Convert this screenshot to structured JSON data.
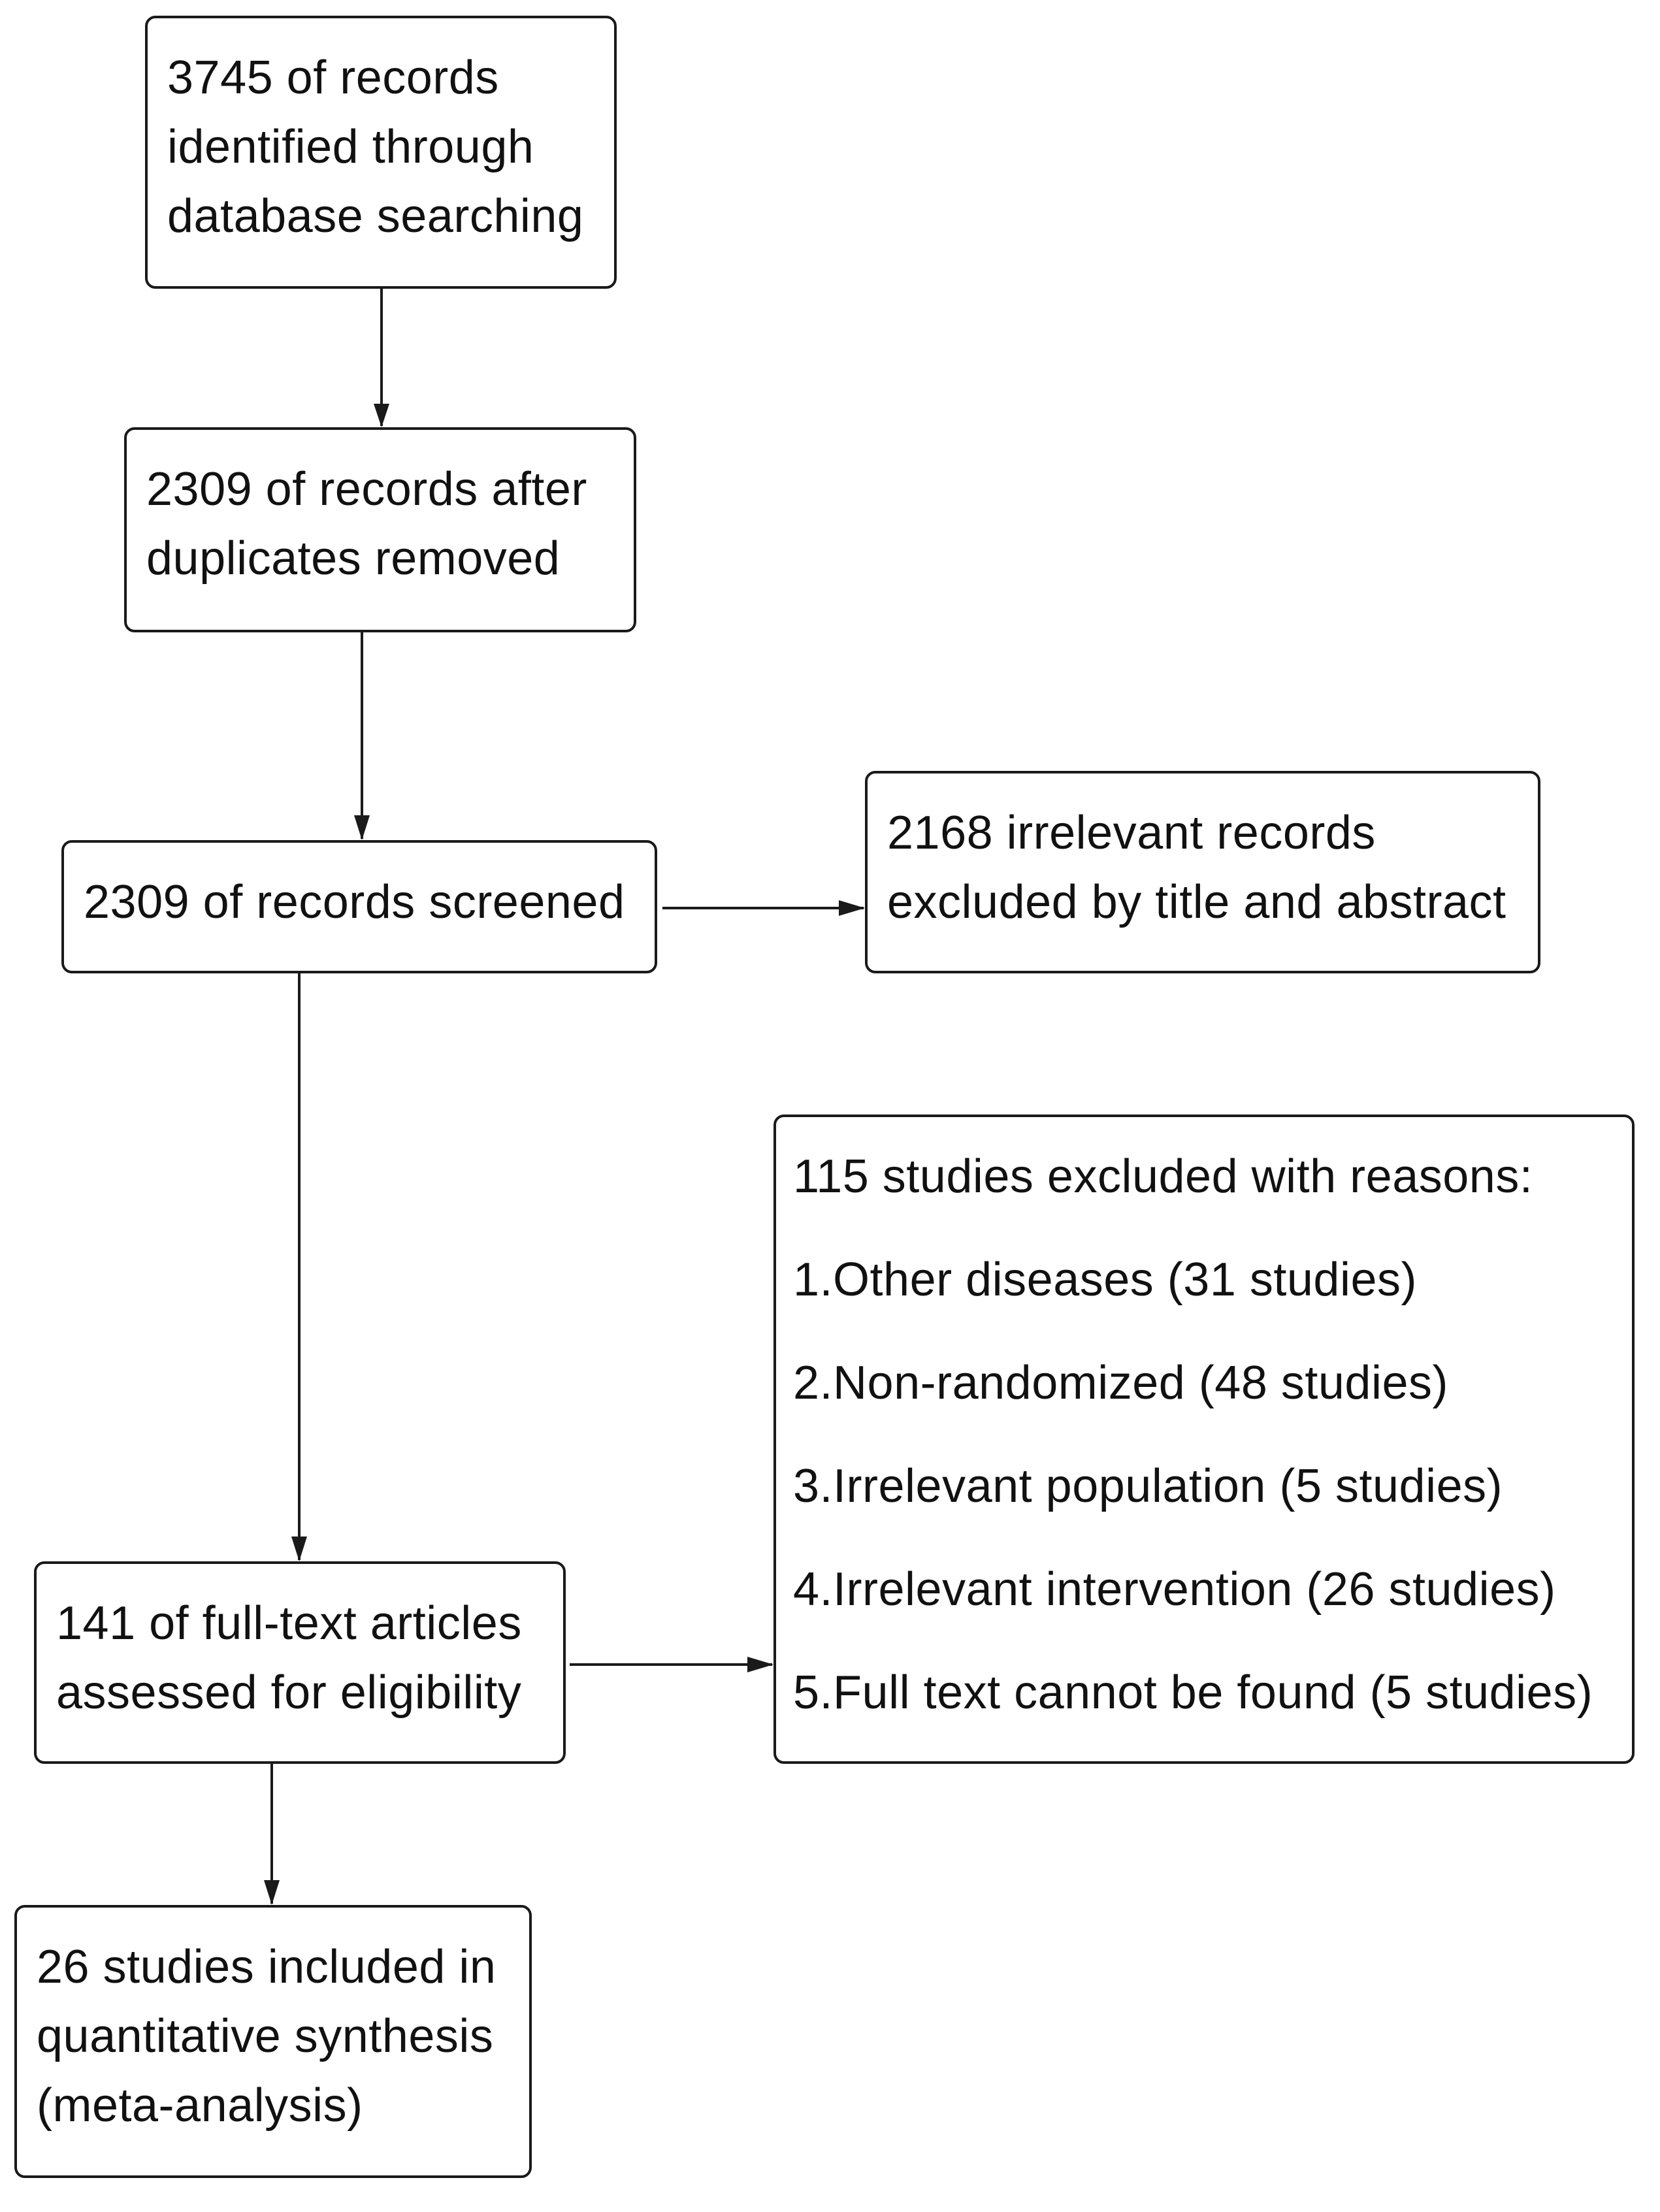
{
  "boxes": {
    "identified": {
      "lines": [
        "3745 of records",
        "identified through",
        "database searching"
      ]
    },
    "duplicates_removed": {
      "lines": [
        "2309 of records after",
        "duplicates removed"
      ]
    },
    "screened": {
      "lines": [
        "2309 of records screened"
      ]
    },
    "excluded_title_abstract": {
      "lines": [
        "2168 irrelevant records",
        "excluded by title and abstract"
      ]
    },
    "excluded_reasons": {
      "lines": [
        "115 studies excluded with reasons:",
        "1.Other diseases (31 studies)",
        "2.Non-randomized (48 studies)",
        "3.Irrelevant population (5 studies)",
        "4.Irrelevant intervention (26 studies)",
        "5.Full text cannot be found (5 studies)"
      ]
    },
    "full_text_assessed": {
      "lines": [
        "141 of full-text articles",
        "assessed for eligibility"
      ]
    },
    "included": {
      "lines": [
        "26 studies included in",
        "quantitative synthesis",
        "(meta-analysis)"
      ]
    }
  }
}
